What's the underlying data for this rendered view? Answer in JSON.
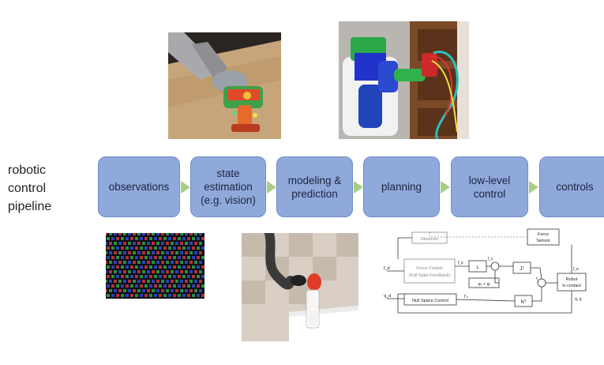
{
  "pipeline_label": [
    "robotic",
    "control",
    "pipeline"
  ],
  "stages": [
    {
      "label": "observations"
    },
    {
      "label": "state\nestimation\n(e.g. vision)"
    },
    {
      "label": "modeling &\nprediction"
    },
    {
      "label": "planning"
    },
    {
      "label": "low-level\ncontrol"
    },
    {
      "label": "controls"
    }
  ],
  "colors": {
    "stage_fill": "#8fa9db",
    "stage_border": "#6f8cc6",
    "arrow": "#a6cf84"
  },
  "control_diagram": {
    "observer": "Observer",
    "force_sensor_1": "Force",
    "force_sensor_2": "Sensor",
    "force_control_1": "Force Control",
    "force_control_2": "(Full State Feedback)",
    "null_space": "Null Space Control",
    "robot_1": "Robot",
    "robot_2": "in contact",
    "sym_fd": "f_d",
    "sym_fs": "f_s",
    "sym_fc": "f_c",
    "sym_fdot": "f_e",
    "sym_sum1": "Σ",
    "sym_ls": "L",
    "sym_jt": "Jᵀ",
    "sym_nt": "Nᵀ",
    "sym_tau": "τ",
    "sym_pp": "φ₀ + φᵢ",
    "sym_gamma": "Γₙ",
    "sym_qd": "q_d",
    "sym_q": "q̇, q"
  }
}
